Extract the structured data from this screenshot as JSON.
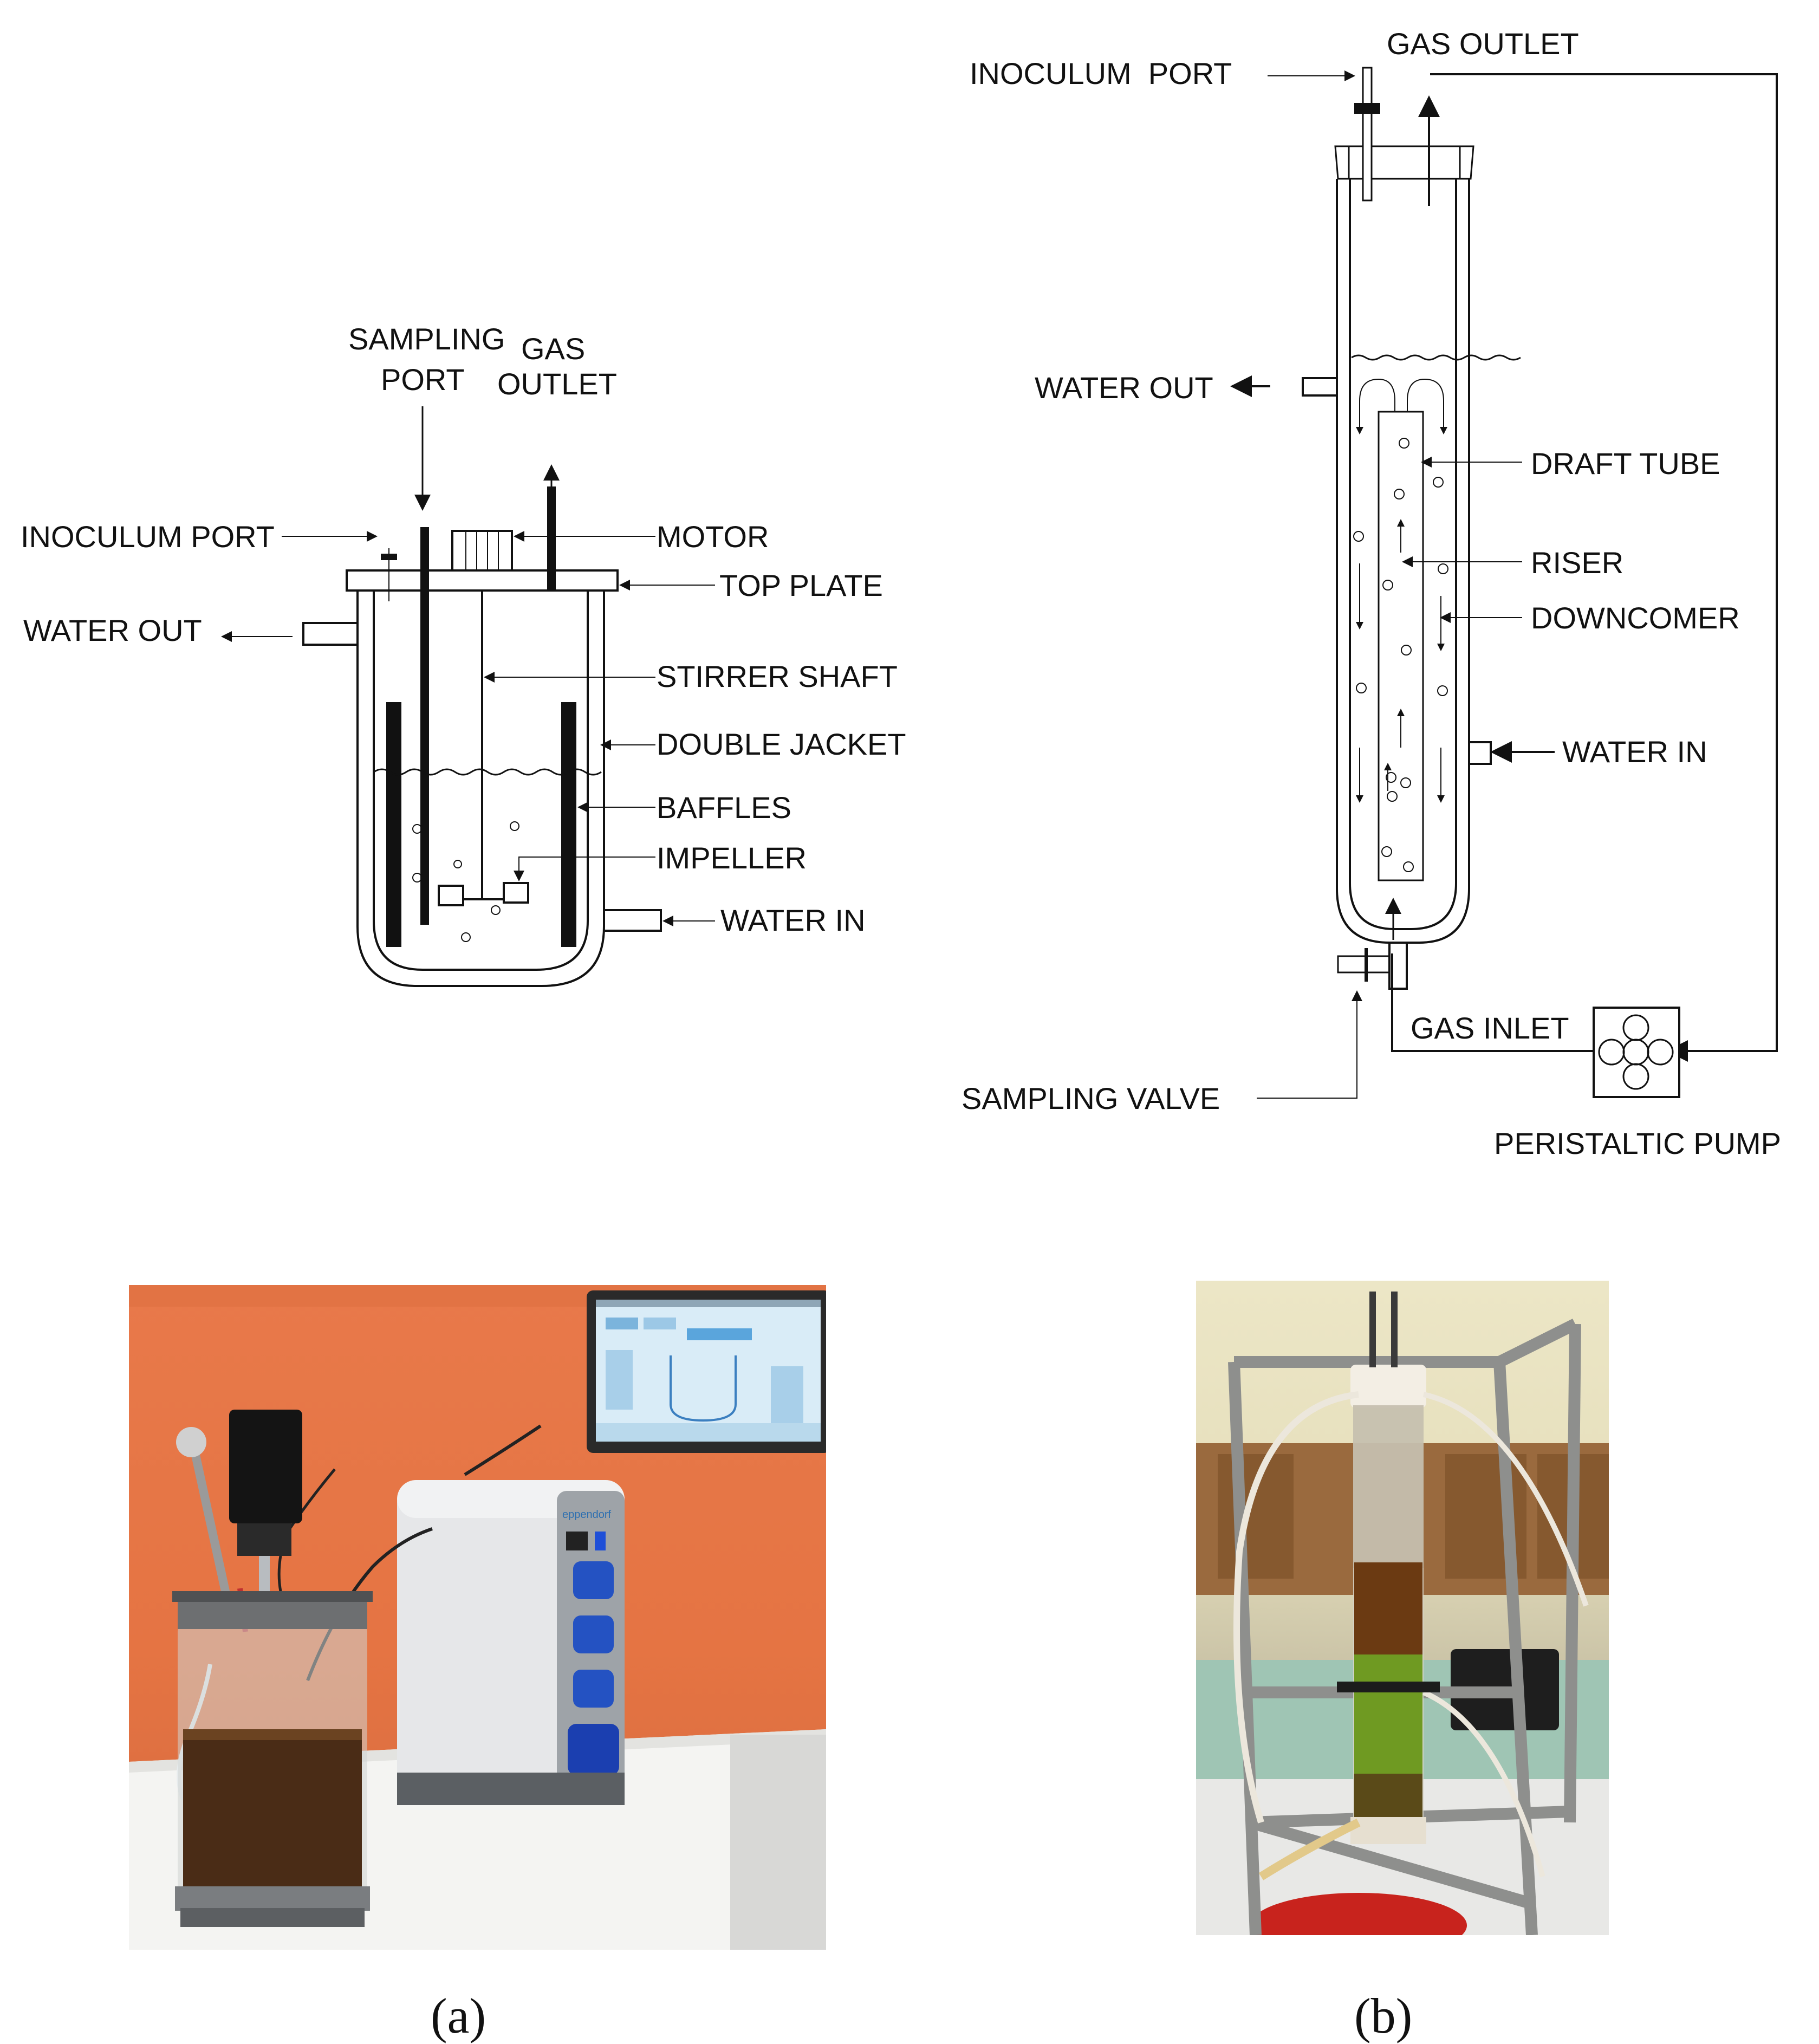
{
  "diagram_a": {
    "labels": {
      "sampling_port_1": "SAMPLING",
      "sampling_port_2": "PORT",
      "gas_outlet_1": "GAS",
      "gas_outlet_2": "OUTLET",
      "inoculum_port": "INOCULUM PORT",
      "motor": "MOTOR",
      "top_plate": "TOP PLATE",
      "water_out": "WATER OUT",
      "stirrer_shaft": "STIRRER SHAFT",
      "double_jacket": "DOUBLE JACKET",
      "baffles": "BAFFLES",
      "impeller": "IMPELLER",
      "water_in": "WATER IN"
    }
  },
  "diagram_b": {
    "labels": {
      "inoculum_port": "INOCULUM  PORT",
      "gas_outlet": "GAS OUTLET",
      "water_out": "WATER OUT",
      "draft_tube": "DRAFT TUBE",
      "riser": "RISER",
      "downcomer": "DOWNCOMER",
      "water_in": "WATER IN",
      "gas_inlet": "GAS INLET",
      "sampling_valve": "SAMPLING VALVE",
      "peristaltic_pump": "PERISTALTIC PUMP"
    }
  },
  "captions": {
    "a": "(a)",
    "b": "(b)"
  },
  "photo_a": {
    "brand": "eppendorf"
  }
}
